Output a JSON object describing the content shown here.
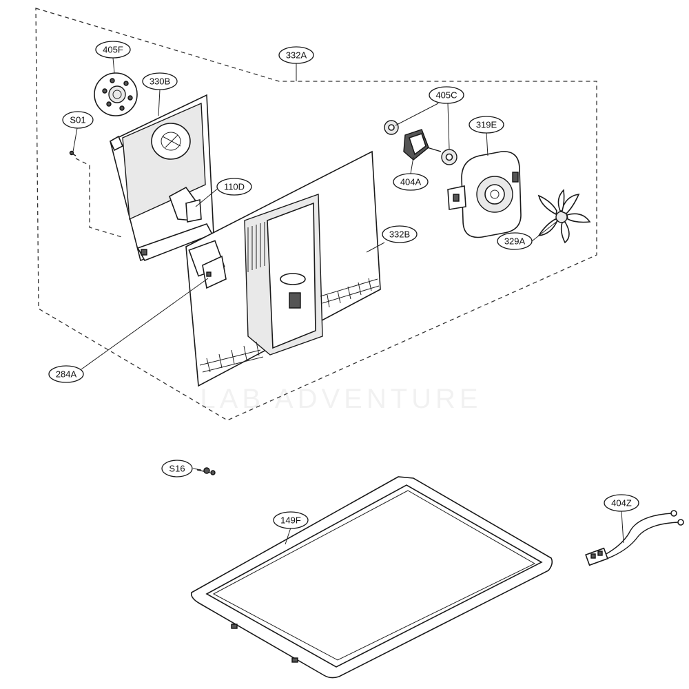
{
  "callouts": [
    {
      "id": "405F",
      "label": "405F"
    },
    {
      "id": "330B",
      "label": "330B"
    },
    {
      "id": "S01",
      "label": "S01"
    },
    {
      "id": "332A",
      "label": "332A"
    },
    {
      "id": "405C",
      "label": "405C"
    },
    {
      "id": "319E",
      "label": "319E"
    },
    {
      "id": "110D",
      "label": "110D"
    },
    {
      "id": "404A",
      "label": "404A"
    },
    {
      "id": "332B",
      "label": "332B"
    },
    {
      "id": "329A",
      "label": "329A"
    },
    {
      "id": "284A",
      "label": "284A"
    },
    {
      "id": "S16",
      "label": "S16"
    },
    {
      "id": "149F",
      "label": "149F"
    },
    {
      "id": "404Z",
      "label": "404Z"
    }
  ],
  "watermark": "LAB ADVENTURE"
}
